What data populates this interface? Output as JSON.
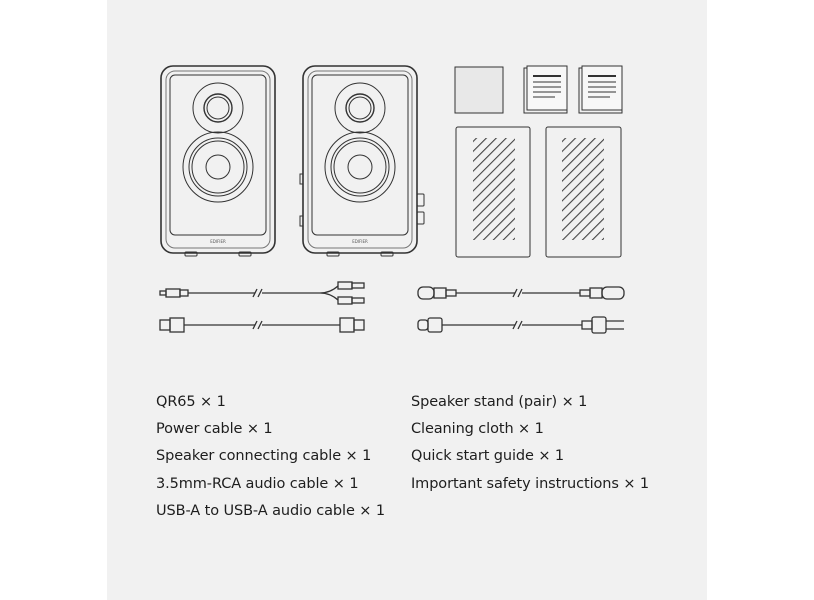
{
  "contents": {
    "left_column": [
      "QR65 × 1",
      "Power cable × 1",
      "Speaker connecting cable × 1",
      "3.5mm-RCA audio cable × 1",
      "USB-A to USB-A audio cable × 1"
    ],
    "right_column": [
      "Speaker stand (pair) × 1",
      "Cleaning cloth × 1",
      "Quick start guide × 1",
      "Important safety instructions × 1"
    ]
  },
  "brand_logo": "EDIFIER",
  "colors": {
    "panel": "#f1f1f1",
    "line": "#333333",
    "text": "#1e1e1e"
  }
}
